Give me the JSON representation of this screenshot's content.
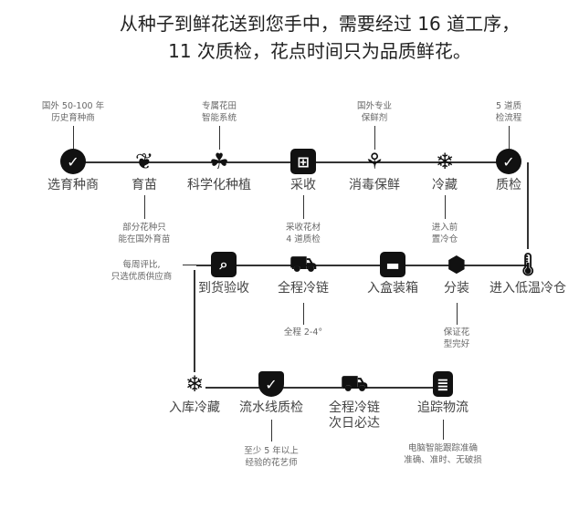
{
  "title": {
    "line1": "从种子到鲜花送到您手中，需要经过 16 道工序，",
    "line2": "11 次质检，花点时间只为品质鲜花。"
  },
  "row1": [
    {
      "label": "选育种商",
      "icon": "check-circle-icon",
      "note": "国外 50-100 年\n历史育种商"
    },
    {
      "label": "育苗",
      "icon": "sprout-icon",
      "note": "部分花种只\n能在国外育苗"
    },
    {
      "label": "科学化种植",
      "icon": "plant-icon",
      "note": "专属花田\n智能系统"
    },
    {
      "label": "采收",
      "icon": "basket-icon",
      "note": "采收花材\n4 道质检"
    },
    {
      "label": "消毒保鲜",
      "icon": "tulip-icon",
      "note": "国外专业\n保鲜剂"
    },
    {
      "label": "冷藏",
      "icon": "snowflake-icon",
      "note": "进入前\n置冷仓"
    },
    {
      "label": "质检",
      "icon": "badge-icon",
      "note": "5 道质\n检流程"
    }
  ],
  "row2": [
    {
      "label": "到货验收",
      "icon": "search-icon",
      "note": "每周评比,\n只选优质供应商"
    },
    {
      "label": "全程冷链",
      "icon": "cold-truck-icon",
      "note": "全程 2-4°"
    },
    {
      "label": "入盒装箱",
      "icon": "box-icon"
    },
    {
      "label": "分装",
      "icon": "open-box-icon",
      "note": "保证花\n型完好"
    },
    {
      "label": "进入低温冷仓",
      "icon": "thermometer-icon"
    }
  ],
  "row3": [
    {
      "label": "入库冷藏",
      "icon": "snowflake-hands-icon"
    },
    {
      "label": "流水线质检",
      "icon": "shield-check-icon",
      "note": "至少 5 年以上\n经验的花艺师"
    },
    {
      "label": "全程冷链\n次日必达",
      "icon": "truck-icon"
    },
    {
      "label": "追踪物流",
      "icon": "document-icon",
      "note": "电脑智能跟踪准确\n准确、准时、无破损"
    }
  ]
}
